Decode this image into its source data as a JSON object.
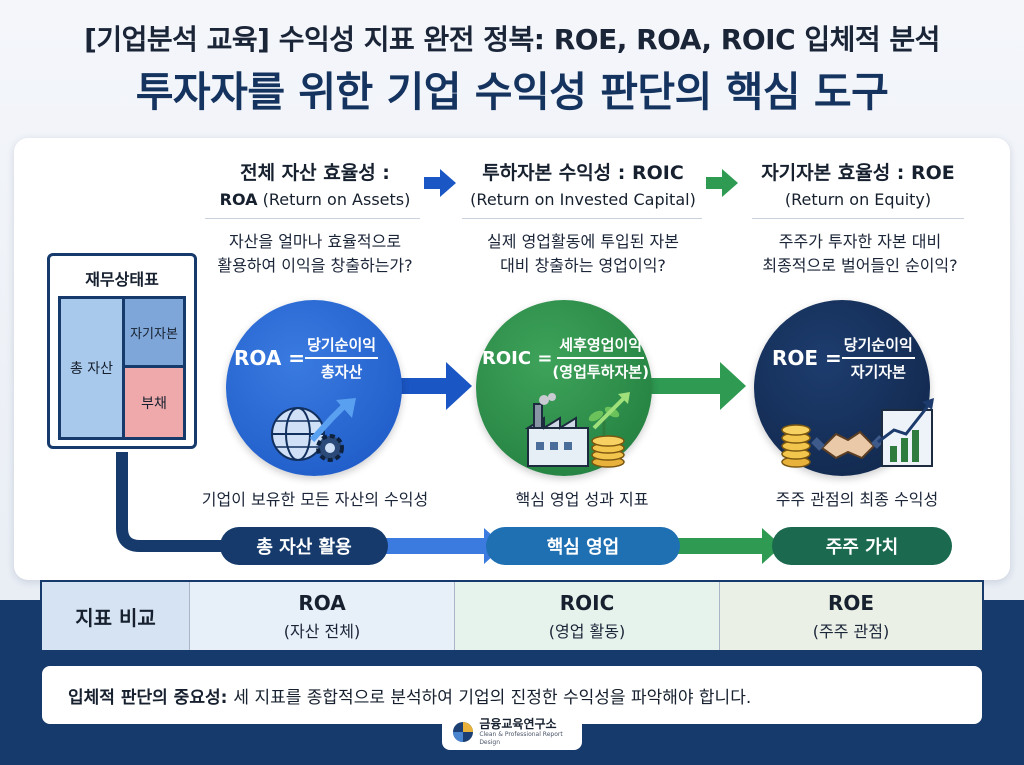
{
  "title_line1": "[기업분석 교육] 수익성 지표 완전 정복: ROE, ROA, ROIC 입체적 분석",
  "title_line2": "투자자를 위한 기업 수익성 판단의 핵심 도구",
  "columns": [
    {
      "heading": "전체 자산 효율성 :",
      "abbr": "ROA",
      "full": "(Return on Assets)",
      "question": [
        "자산을 얼마나 효율적으로",
        "활용하여 이익을 창출하는가?"
      ],
      "formula_lhs": "ROA =",
      "numerator": "당기순이익",
      "denominator": "총자산",
      "caption": "기업이 보유한 모든 자산의 수익성",
      "pill": "총 자산 활용",
      "color": "#1a56c4",
      "icon": "globe-gear-growth-icon"
    },
    {
      "heading": "투하자본 수익성 : ROIC",
      "abbr": "",
      "full": "(Return on Invested Capital)",
      "question": [
        "실제 영업활동에 투입된 자본",
        "대비 창출하는 영업이익?"
      ],
      "formula_lhs": "ROIC =",
      "numerator": "세후영업이익",
      "denominator": "(영업투하자본)",
      "caption": "핵심 영업 성과 지표",
      "pill": "핵심 영업",
      "color": "#1f7a3c",
      "icon": "factory-plant-coins-icon"
    },
    {
      "heading": "자기자본 효율성 : ROE",
      "abbr": "",
      "full": "(Return on Equity)",
      "question": [
        "주주가 투자한 자본 대비",
        "최종적으로 벌어들인 순이익?"
      ],
      "formula_lhs": "ROE =",
      "numerator": "당기순이익",
      "denominator": "자기자본",
      "caption": "주주 관점의 최종 수익성",
      "pill": "주주 가치",
      "color": "#0f2547",
      "icon": "coins-handshake-chart-icon"
    }
  ],
  "balance_sheet": {
    "title": "재무상태표",
    "assets": "총 자산",
    "equity": "자기자본",
    "liabilities": "부채"
  },
  "comparison": {
    "label": "지표 비교",
    "items": [
      {
        "metric": "ROA",
        "sub": "(자산 전체)"
      },
      {
        "metric": "ROIC",
        "sub": "(영업 활동)"
      },
      {
        "metric": "ROE",
        "sub": "(주주 관점)"
      }
    ]
  },
  "note": {
    "bold": "입체적 판단의 중요성:",
    "text": "세 지표를 종합적으로 분석하여 기업의 진정한 수익성을 파악해야 합니다."
  },
  "footer": {
    "org": "금융교육연구소",
    "tagline": "Clean & Professional Report Design"
  }
}
